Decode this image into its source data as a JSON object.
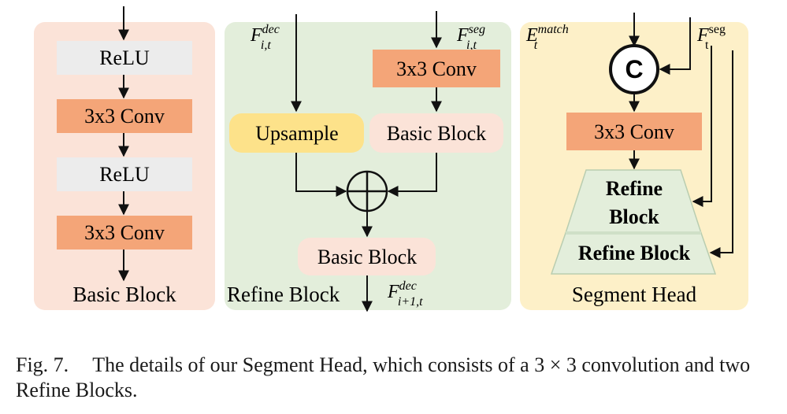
{
  "panels": {
    "basic_block": {
      "nodes": [
        "ReLU",
        "3x3 Conv",
        "ReLU",
        "3x3 Conv"
      ],
      "title": "Basic Block"
    },
    "refine_block": {
      "input_dec": {
        "base": "F",
        "sup": "dec",
        "sub": "i,t"
      },
      "input_seg": {
        "base": "F",
        "sup": "seg",
        "sub": "i,t"
      },
      "conv": "3x3 Conv",
      "upsample": "Upsample",
      "basic_block_top": "Basic Block",
      "basic_block_bottom": "Basic Block",
      "title": "Refine Block",
      "output": {
        "base": "F",
        "sup": "dec",
        "sub": "i+1,t"
      }
    },
    "segment_head": {
      "input_match": {
        "base": "E",
        "sup": "match",
        "sub": "t"
      },
      "input_seg": {
        "base": "F",
        "sup": "seg",
        "sub": "t"
      },
      "concat_symbol": "C",
      "conv": "3x3 Conv",
      "refine_1_line1": "Refine",
      "refine_1_line2": "Block",
      "refine_2": "Refine Block",
      "title": "Segment Head"
    }
  },
  "colors": {
    "basic_panel_bg": "#fbe3d8",
    "refine_panel_bg": "#e3eedb",
    "segment_panel_bg": "#fdf0c8",
    "relu_fill": "#ececec",
    "conv_fill": "#f4a578",
    "upsample_fill": "#fde28a",
    "basic_fill": "#fbe3d8",
    "refine_fill": "#e3eedb"
  },
  "caption": {
    "label": "Fig. 7.",
    "text": "The details of our Segment Head, which consists of a 3 × 3 convolution and two Refine Blocks."
  }
}
